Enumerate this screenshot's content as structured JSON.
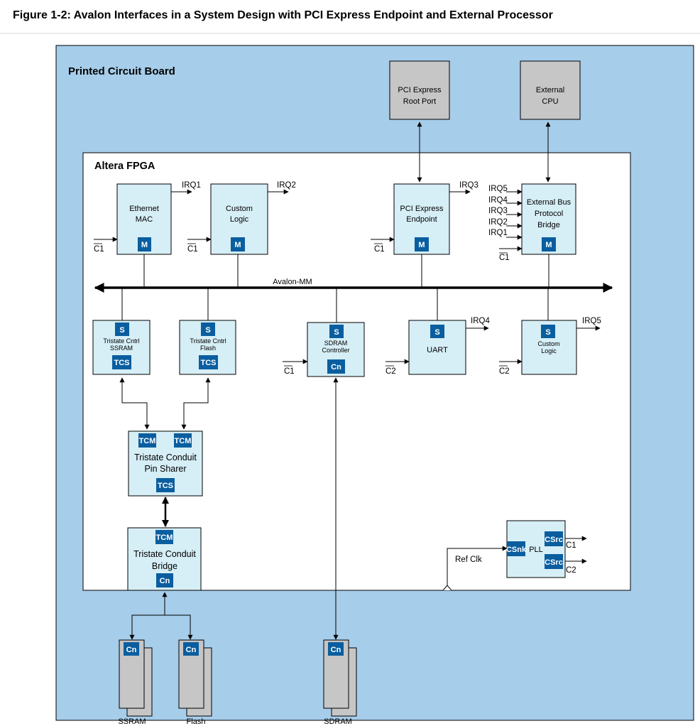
{
  "figure": {
    "title": "Figure 1-2: Avalon Interfaces in a System Design with PCI Express Endpoint and External Processor"
  },
  "pcb": {
    "label": "Printed Circuit Board"
  },
  "fpga": {
    "label": "Altera FPGA"
  },
  "external": {
    "pcie_root": {
      "line1": "PCI Express",
      "line2": "Root Port"
    },
    "cpu": {
      "line1": "External",
      "line2": "CPU"
    }
  },
  "masters": {
    "ethernet": {
      "line1": "Ethernet",
      "line2": "MAC",
      "port": "M",
      "irq": "IRQ1",
      "clock": "C1"
    },
    "custom": {
      "line1": "Custom",
      "line2": "Logic",
      "port": "M",
      "irq": "IRQ2",
      "clock": "C1"
    },
    "pcie_ep": {
      "line1": "PCI Express",
      "line2": "Endpoint",
      "port": "M",
      "irq": "IRQ3",
      "clock": "C1"
    },
    "ext_bridge": {
      "line1": "External Bus",
      "line2": "Protocol",
      "line3": "Bridge",
      "port": "M",
      "clock": "C1",
      "irqs": [
        "IRQ5",
        "IRQ4",
        "IRQ3",
        "IRQ2",
        "IRQ1"
      ]
    }
  },
  "bus": {
    "label": "Avalon-MM"
  },
  "slaves": {
    "tri_sram": {
      "port": "S",
      "line1": "Tristate Cntrl",
      "line2": "SSRAM",
      "conduit": "TCS"
    },
    "tri_flash": {
      "port": "S",
      "line1": "Tristate Cntrl",
      "line2": "Flash",
      "conduit": "TCS"
    },
    "sdram_ctrl": {
      "port": "S",
      "line1": "SDRAM",
      "line2": "Controller",
      "conduit": "Cn",
      "clock": "C1"
    },
    "uart": {
      "port": "S",
      "line1": "UART",
      "irq": "IRQ4",
      "clock": "C2"
    },
    "custom2": {
      "port": "S",
      "line1": "Custom",
      "line2": "Logic",
      "irq": "IRQ5",
      "clock": "C2"
    }
  },
  "pin_sharer": {
    "port_a": "TCM",
    "port_b": "TCM",
    "line1": "Tristate Conduit",
    "line2": "Pin Sharer",
    "port_out": "TCS"
  },
  "conduit_bridge": {
    "port_in": "TCM",
    "line1": "Tristate Conduit",
    "line2": "Bridge",
    "port_out": "Cn"
  },
  "pll": {
    "label": "PLL",
    "sink": "CSnk",
    "src1": "CSrc",
    "src2": "CSrc",
    "out1": "C1",
    "out2": "C2",
    "ref": "Ref Clk"
  },
  "memories": {
    "ssram": {
      "port": "Cn",
      "label": "SSRAM"
    },
    "flash": {
      "port": "Cn",
      "label": "Flash"
    },
    "sdram": {
      "port": "Cn",
      "label": "SDRAM"
    }
  },
  "colors": {
    "pcb_fill": "#a6cdea",
    "component_fill": "#d6eef6",
    "port_fill": "#0a5e9f",
    "external_fill": "#c6c6c6"
  }
}
